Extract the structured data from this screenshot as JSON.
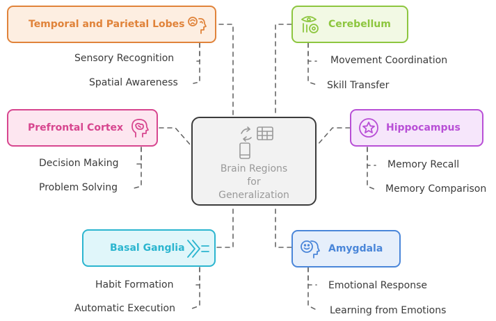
{
  "center": {
    "title": "Brain Regions\nfor\nGeneralization",
    "icon": "swap-arrows-table-icon"
  },
  "branches": [
    {
      "id": "temporal",
      "title": "Temporal and Parietal Lobes",
      "icon": "brain-profile-icon",
      "color": "#e0833a",
      "fill": "#fdeee1",
      "items": [
        "Sensory Recognition",
        "Spatial Awareness"
      ]
    },
    {
      "id": "cerebellum",
      "title": "Cerebellum",
      "icon": "eye-wheel-icon",
      "color": "#8dc63f",
      "fill": "#f2f9e4",
      "items": [
        "Movement Coordination",
        "Skill Transfer"
      ]
    },
    {
      "id": "prefrontal",
      "title": "Prefrontal Cortex",
      "icon": "brain-head-icon",
      "color": "#d7468f",
      "fill": "#fde6f0",
      "items": [
        "Decision Making",
        "Problem Solving"
      ]
    },
    {
      "id": "hippocampus",
      "title": "Hippocampus",
      "icon": "star-circle-icon",
      "color": "#b84fd6",
      "fill": "#f6e6fb",
      "items": [
        "Memory Recall",
        "Memory Comparison"
      ]
    },
    {
      "id": "basal",
      "title": "Basal Ganglia",
      "icon": "chevrons-equals-icon",
      "color": "#2bb5cf",
      "fill": "#e0f6fa",
      "items": [
        "Habit Formation",
        "Automatic Execution"
      ]
    },
    {
      "id": "amygdala",
      "title": "Amygdala",
      "icon": "smile-head-icon",
      "color": "#4a86d9",
      "fill": "#e6effb",
      "items": [
        "Emotional Response",
        "Learning from Emotions"
      ]
    }
  ]
}
